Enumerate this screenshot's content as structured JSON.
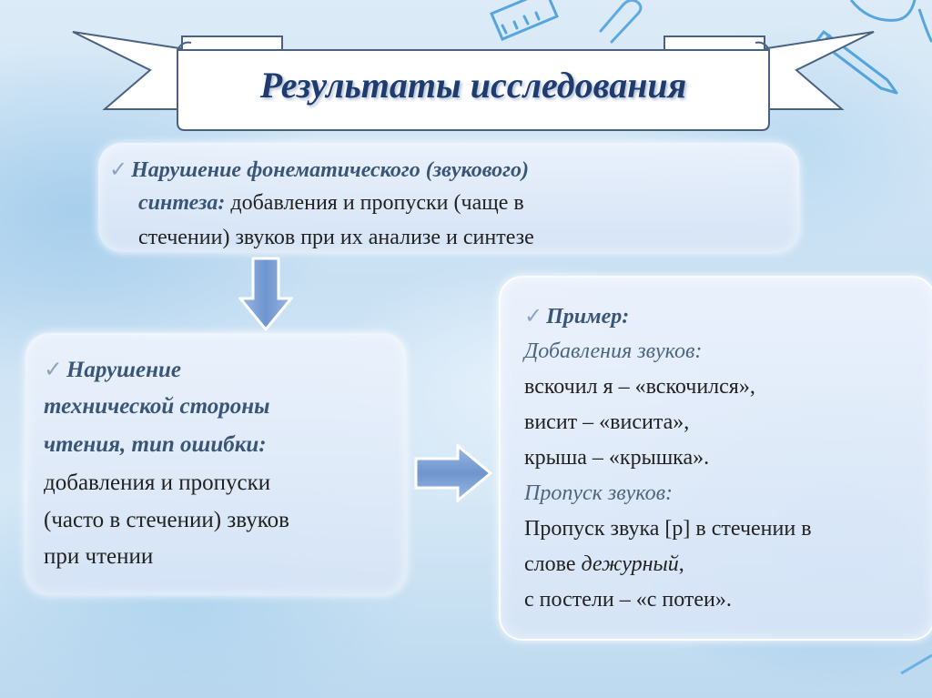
{
  "title": "Результаты исследования",
  "check_mark": "✓",
  "box1": {
    "heading_line1": "Нарушение фонематического (звукового)",
    "heading_line2": "синтеза:",
    "text_line2": " добавления и пропуски (чаще в",
    "text_line3": "стечении) звуков при их анализе и синтезе"
  },
  "box2": {
    "heading_line1": "Нарушение",
    "heading_line2": "технической стороны",
    "heading_line3": "чтения, тип ошибки:",
    "text_line1": "добавления  и пропуски",
    "text_line2": "(часто в стечении) звуков",
    "text_line3": "при чтении"
  },
  "box3": {
    "heading": "Пример:",
    "subheading1": "Добавления звуков:",
    "example1": "вскочил я – «вскочился»,",
    "example2": "висит – «висита»,",
    "example3": "крыша – «крышка».",
    "subheading2": "Пропуск звуков:",
    "text1": "Пропуск звука [р] в стечении в",
    "text2_prefix": "слове ",
    "text2_italic": "дежурный",
    "text2_suffix": ",",
    "text3": "с постели – «с потеи»."
  },
  "colors": {
    "title": "#1f3c6e",
    "heading": "#3a5676",
    "arrow_fill": "#6f95cf",
    "arrow_stroke": "#ffffff",
    "doodle": "#2a8fd6"
  },
  "icons": [
    "ribbon-banner",
    "down-arrow-icon",
    "right-arrow-icon",
    "ruler-doodle-icon",
    "pencil-doodle-icon",
    "paperclip-doodle-icon",
    "globe-doodle-icon"
  ]
}
